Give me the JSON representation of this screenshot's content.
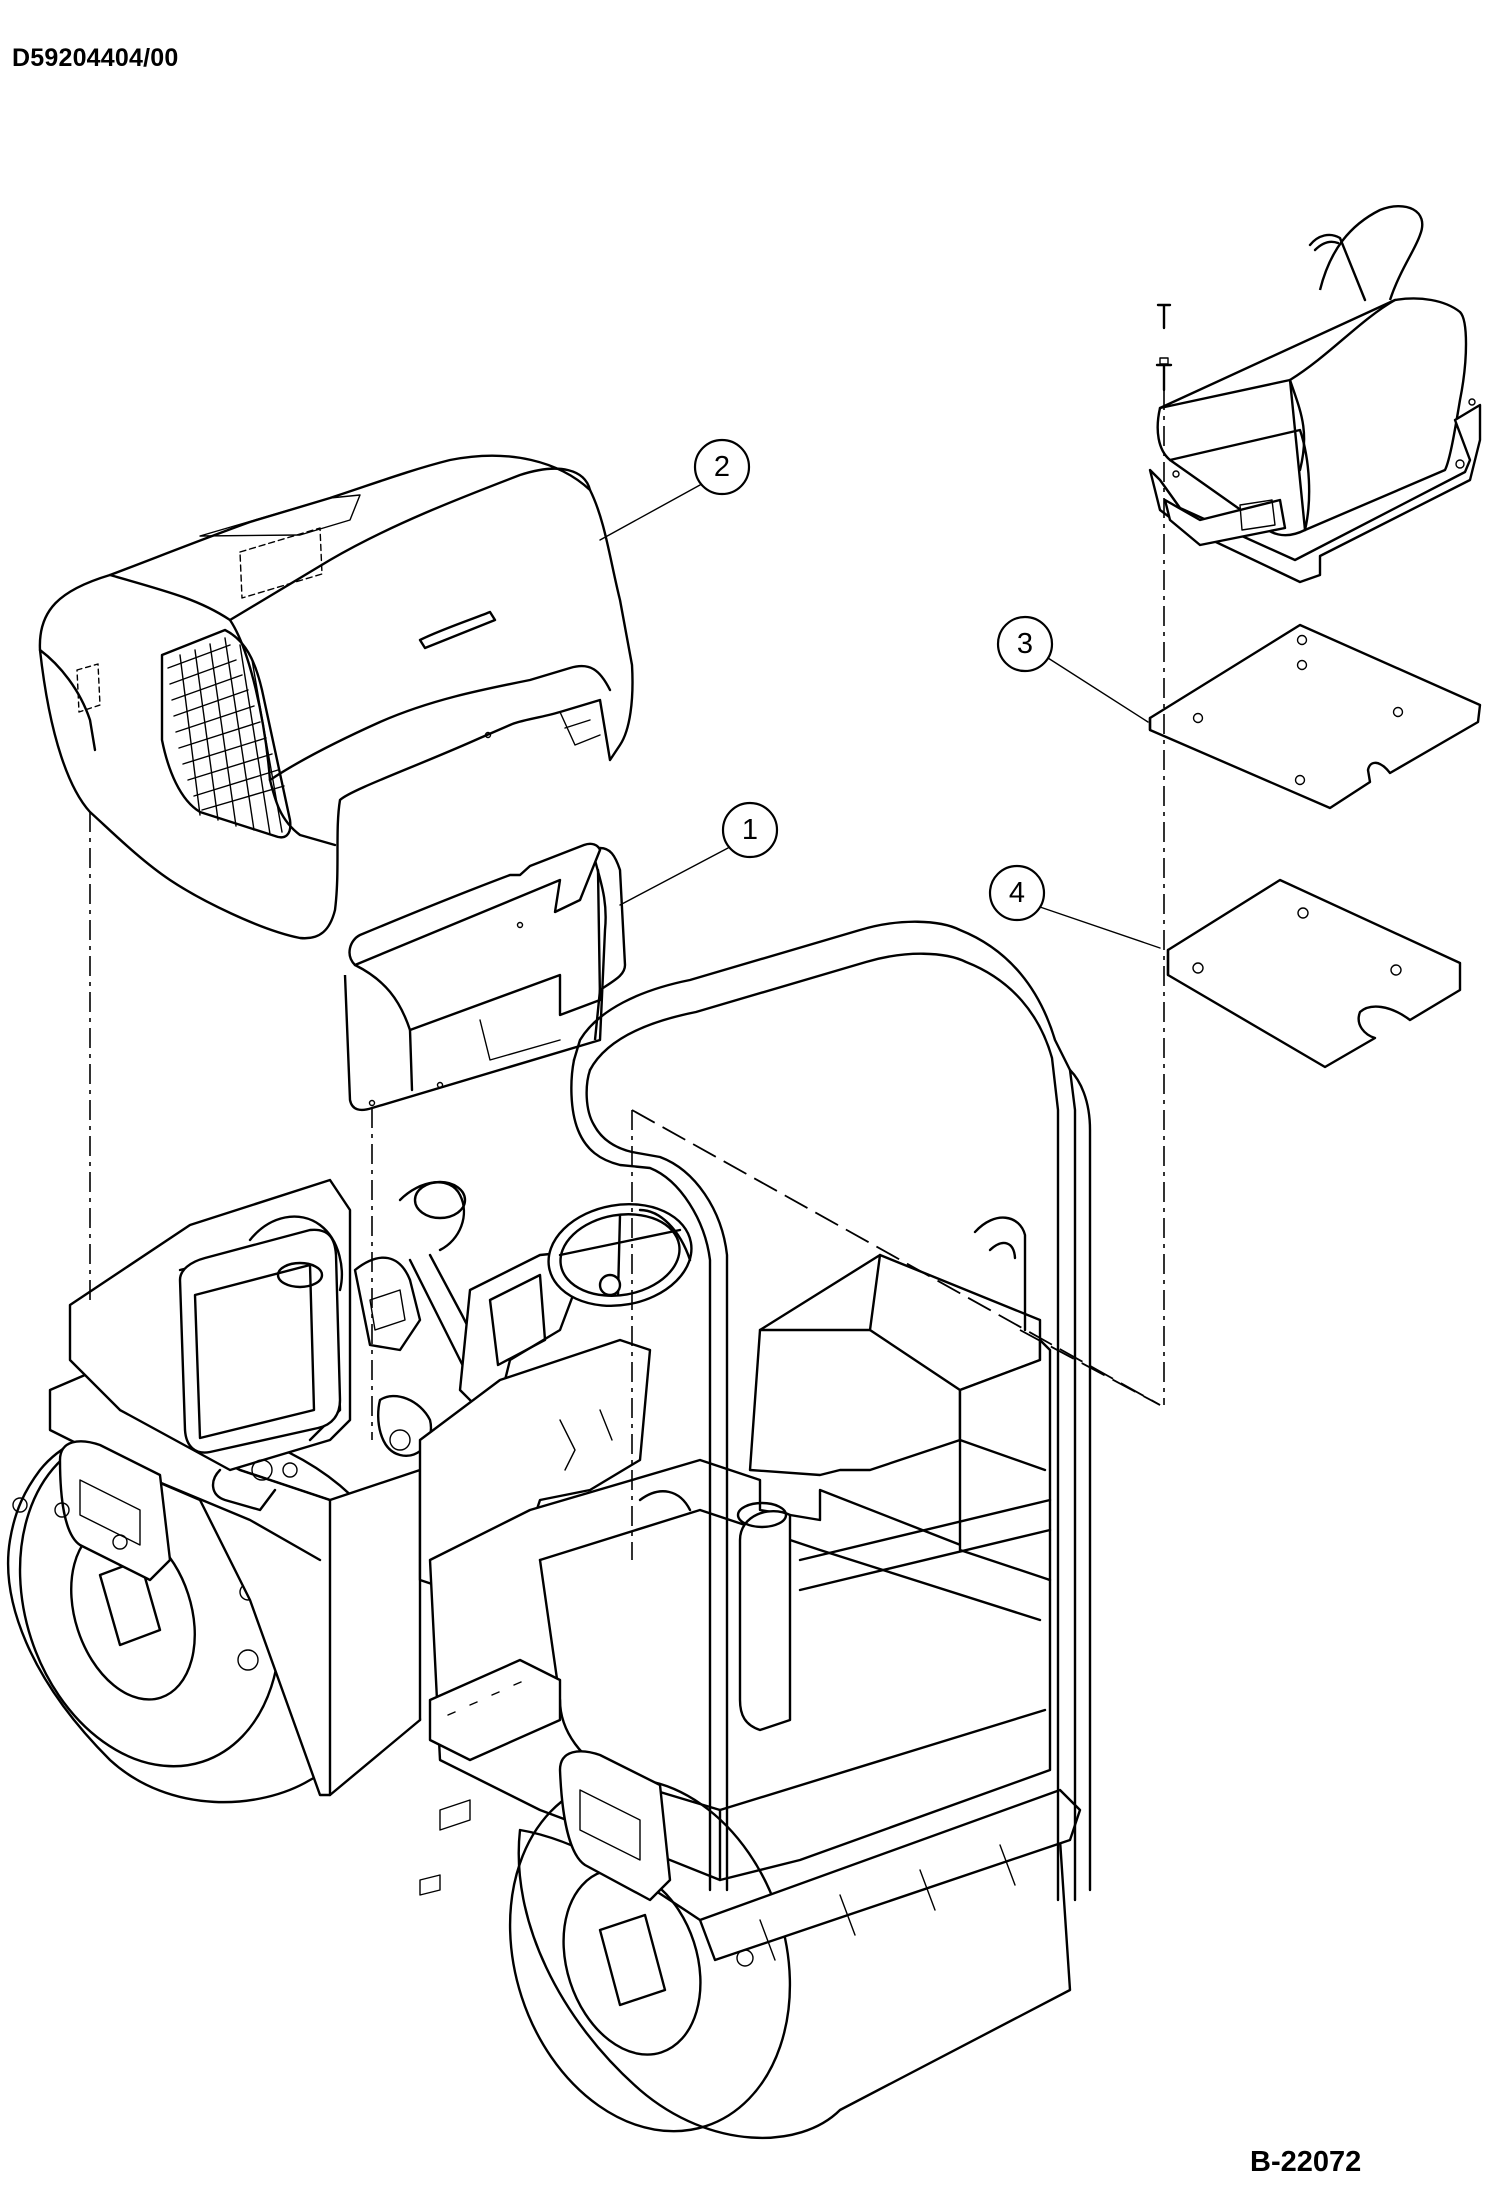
{
  "document_code": "D59204404/00",
  "drawing_code": "B-22072",
  "callouts": [
    {
      "label": "1"
    },
    {
      "label": "2"
    },
    {
      "label": "3"
    },
    {
      "label": "4"
    }
  ]
}
